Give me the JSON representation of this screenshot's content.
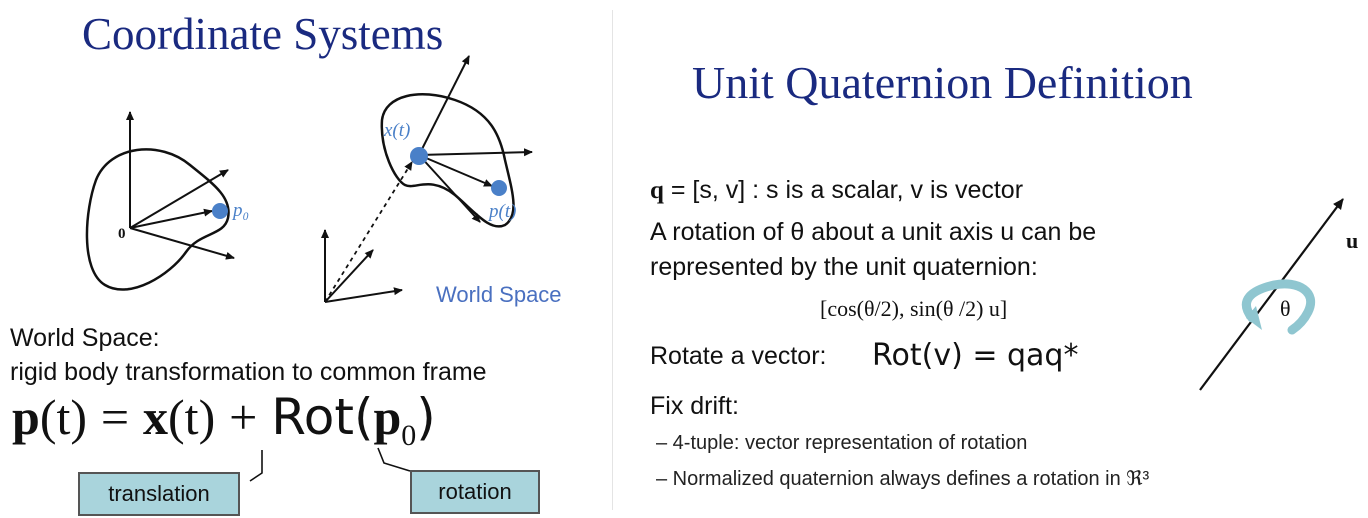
{
  "left": {
    "title": "Coordinate Systems",
    "origin_label": "0",
    "p0_label": "p₀",
    "xt_label": "x(t)",
    "pt_label": "p(t)",
    "world_space_label": "World Space",
    "caption_line1": "World Space:",
    "caption_line2": "rigid body transformation to common frame",
    "equation": {
      "p": "p",
      "t1": "(t)",
      "eq": "=",
      "x": "x",
      "t2": "(t)",
      "plus": "+",
      "rot": "Rot(",
      "p0_bold": "p",
      "p0_sub": "0",
      "close": ")"
    },
    "translation_label": "translation",
    "rotation_label": "rotation"
  },
  "right": {
    "title": "Unit Quaternion Definition",
    "line1": {
      "q": "q",
      "rest": " = [s, v] : s is a scalar, v is vector"
    },
    "line2": "A rotation of θ about a unit axis u can be",
    "line3": "represented by the unit quaternion:",
    "formula": "[cos(θ/2), sin(θ /2) u]",
    "rotate_prefix": "Rotate a vector:",
    "rotate_eq": "Rot(v) = qaq*",
    "fix_drift": "Fix drift:",
    "bullets": [
      "– 4-tuple: vector representation of rotation",
      "– Normalized quaternion always defines a rotation in ℜ³"
    ],
    "axis_label": "u",
    "theta_label": "θ"
  },
  "colors": {
    "title": "#1a2a80",
    "point": "#4a80c8",
    "label_box": "#a9d4dc",
    "arc": "#8fc6d0"
  }
}
